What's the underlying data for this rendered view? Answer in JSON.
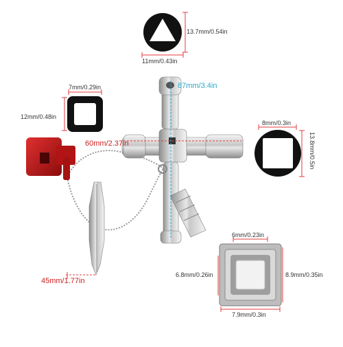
{
  "measurements": {
    "triangle_height": "13.7mm/0.54in",
    "triangle_width": "11mm/0.43in",
    "small_square_width": "7mm/0.29in",
    "small_square_height": "12mm/0.48in",
    "overall_height": "87mm/3.4in",
    "overall_width": "60mm/2.37in",
    "right_square_width": "8mm/0.3in",
    "right_square_height": "13.8mm/0.5in",
    "bit_length": "45mm/1.77in",
    "stepped_inner_width": "6mm/0.23in",
    "stepped_inner_height": "6.8mm/0.26in",
    "stepped_outer_height": "8.9mm/0.35in",
    "stepped_outer_width": "7.9mm/0.3in"
  },
  "colors": {
    "accent_red": "#cc2222",
    "accent_cyan": "#2aa7c8",
    "metal_light": "#e6e6e6",
    "metal_dark": "#8a8a8a",
    "keycap_red": "#c01818"
  },
  "icons": {
    "triangle_profile": "triangle-socket-icon",
    "square_profile": "square-socket-icon",
    "stepped_profile": "stepped-square-socket-icon"
  }
}
